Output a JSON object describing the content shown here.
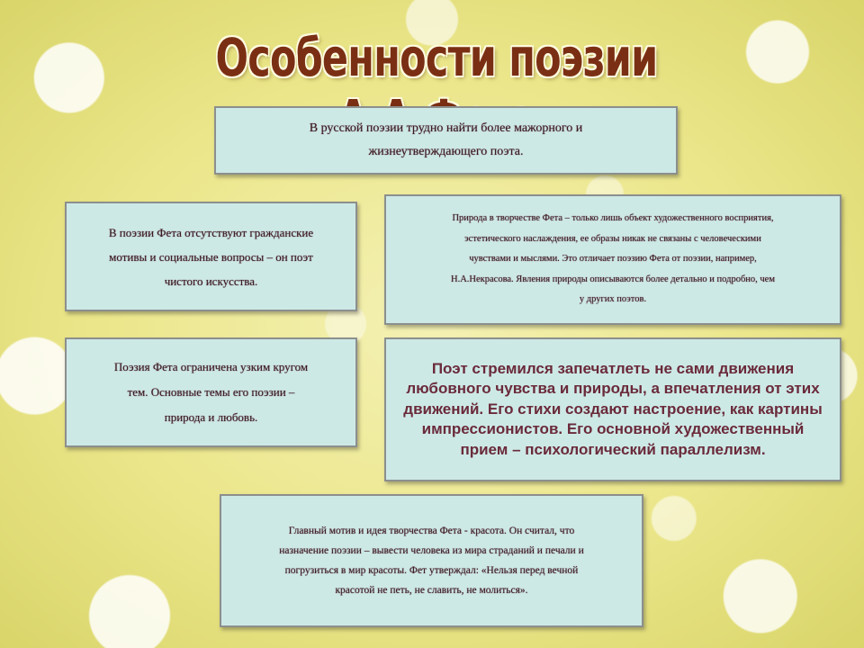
{
  "slide": {
    "title": "Особенности поэзии А.А.Фета",
    "intro": "В русской поэзии трудно найти более мажорного и жизнеутверждающего поэта.",
    "civic": "В поэзии Фета отсутствуют гражданские мотивы и социальные вопросы – он поэт чистого искусства.",
    "nature": "Природа в творчестве Фета – только лишь объект художественного восприятия, эстетического наслаждения, ее образы никак не связаны с человеческими чувствами и мыслями. Это отличает поэзию Фета от поэзии, например, Н.А.Некрасова. Явления природы описываются более детально и подробно, чем у других поэтов.",
    "themes": "Поэзия Фета ограничена узким кругом тем. Основные темы его поэзии – природа и любовь.",
    "impression": "Поэт стремился запечатлеть не сами движения любовного чувства и природы, а впечатления от этих движений. Его стихи создают настроение, как картины импрессионистов. Его основной художественный прием – психологический параллелизм.",
    "beauty": "Главный мотив и идея творчества Фета - красота. Он считал, что назначение поэзии – вывести человека из мира страданий и печали и погрузиться в мир красоты. Фет утверждал: «Нельзя перед вечной красотой не петь, не славить, не молиться»."
  },
  "colors": {
    "box_fill": "#cde9e6",
    "box_border": "#8c8f8e",
    "text": "#3a1c22",
    "accent_text": "#6a2a3a",
    "title": "#7a2f14"
  }
}
